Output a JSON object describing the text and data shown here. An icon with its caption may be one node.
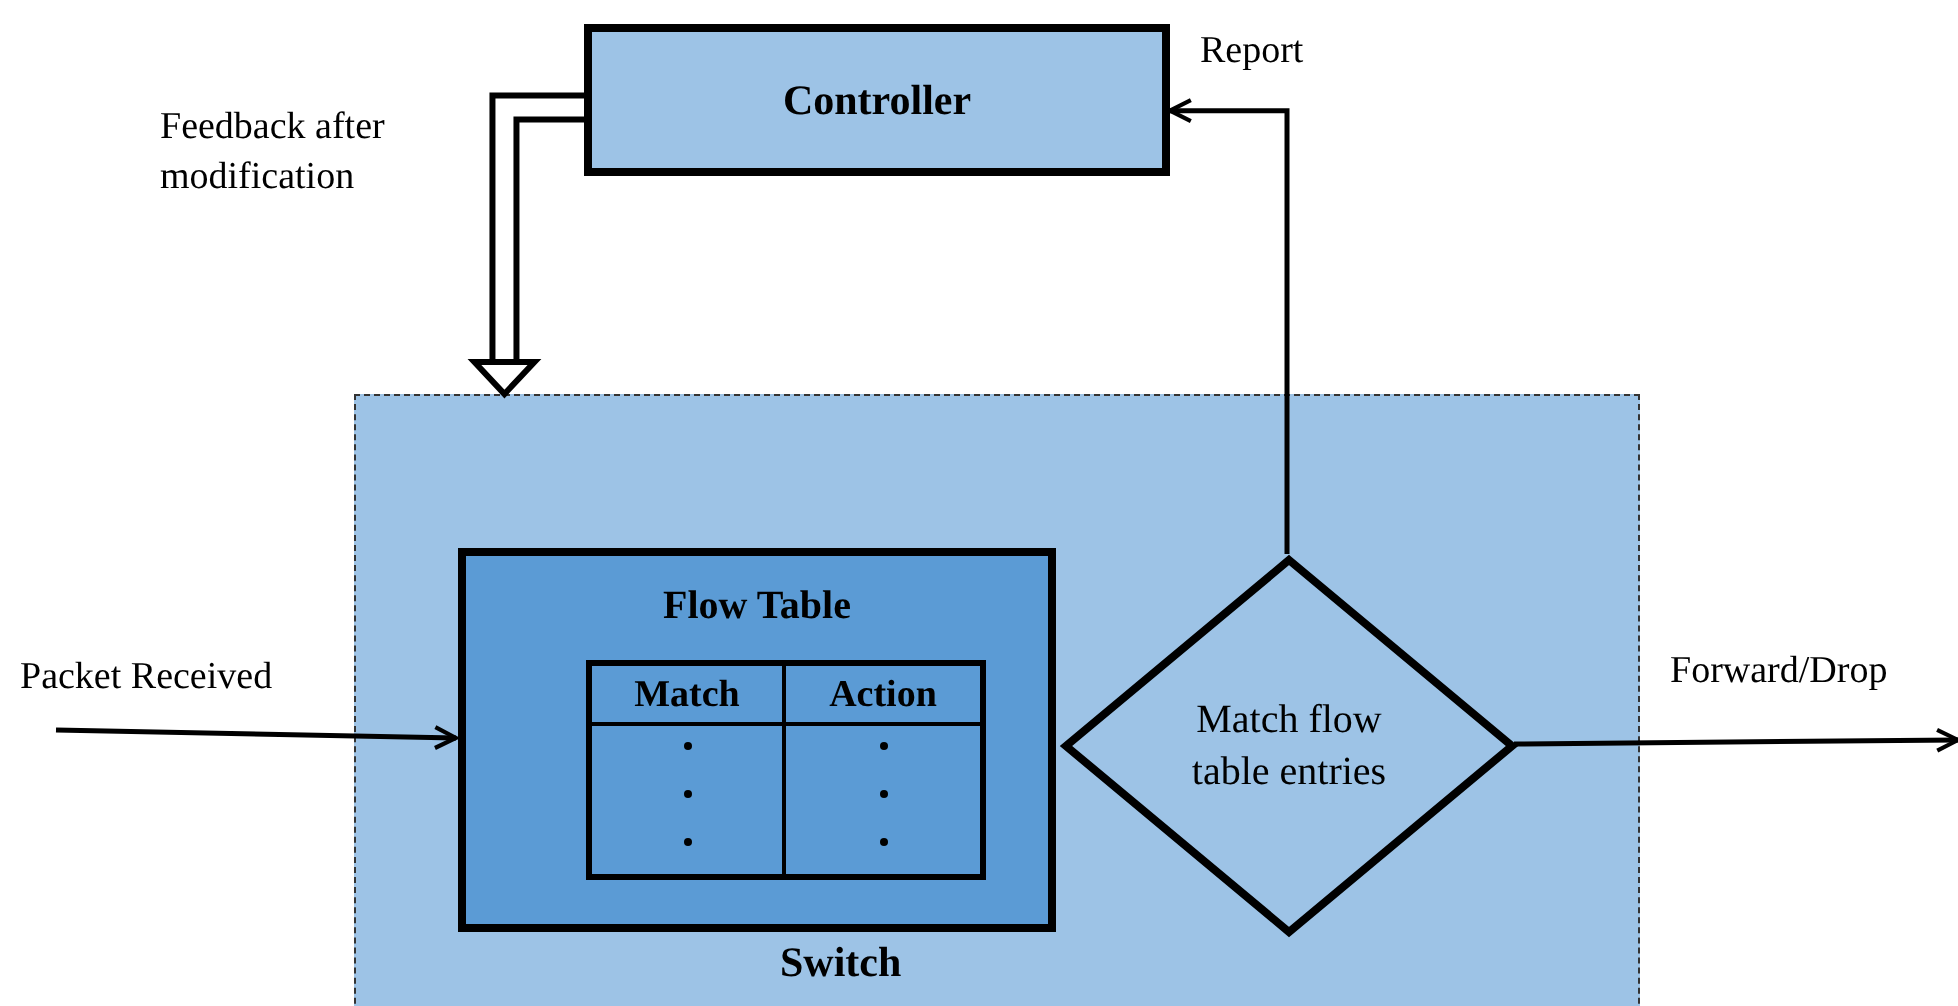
{
  "diagram": {
    "nodes": [
      {
        "text": [
          "Controller"
        ]
      },
      {
        "text": [
          "Switch"
        ]
      },
      {
        "text": [
          "Flow Table"
        ],
        "in": 1
      },
      {
        "text": [
          "Match",
          "Action"
        ],
        "in": 2
      },
      {
        "text": [
          "Match flow table entries"
        ],
        "in": 1
      }
    ],
    "edges": [
      {
        "from": 4,
        "to": 0,
        "arrow": "to",
        "label": "Report"
      },
      {
        "from": 0,
        "to": 1,
        "arrow": "to",
        "label": "Feedback after modification",
        "style": "thick"
      },
      {
        "from": null,
        "to": 2,
        "arrow": "to",
        "label": "Packet Received"
      },
      {
        "from": 4,
        "to": null,
        "arrow": "to",
        "label": "Forward/Drop"
      }
    ]
  }
}
